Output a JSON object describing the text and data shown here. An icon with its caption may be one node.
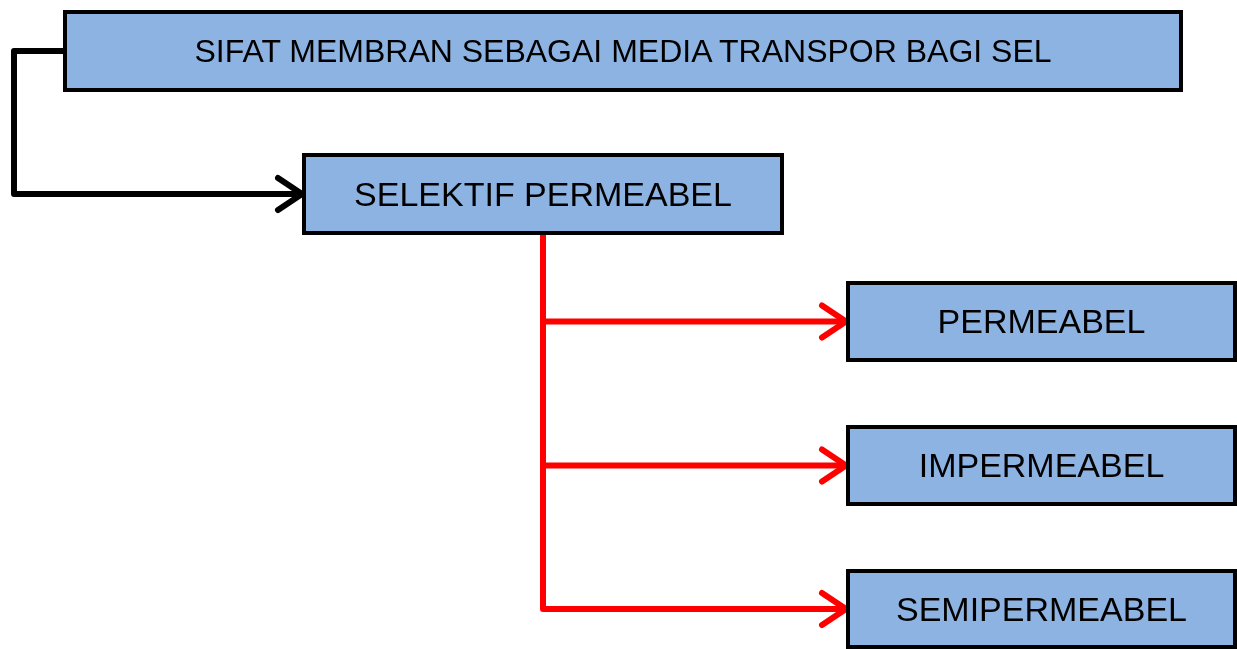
{
  "diagram": {
    "nodes": [
      {
        "text": [
          "SIFAT MEMBRAN SEBAGAI MEDIA TRANSPOR BAGI SEL"
        ]
      },
      {
        "text": [
          "SELEKTIF PERMEABEL"
        ]
      },
      {
        "text": [
          "PERMEABEL"
        ]
      },
      {
        "text": [
          "IMPERMEABEL"
        ]
      },
      {
        "text": [
          "SEMIPERMEABEL"
        ]
      }
    ],
    "edges": [
      {
        "from": 0,
        "to": 1,
        "arrow": "to",
        "color": "#000000"
      },
      {
        "from": 1,
        "to": 2,
        "arrow": "to"
      },
      {
        "from": 1,
        "to": 3,
        "arrow": "to"
      },
      {
        "from": 1,
        "to": 4,
        "arrow": "to"
      }
    ]
  }
}
